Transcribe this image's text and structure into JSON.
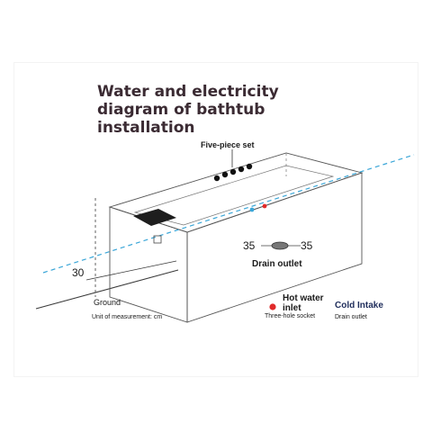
{
  "diagram": {
    "title": "Water and electricity diagram of bathtub installation",
    "labels": {
      "five_piece_set": "Five-piece set",
      "dim_left": "35",
      "dim_right": "35",
      "drain_outlet": "Drain outlet",
      "height_30": "30",
      "ground": "Ground",
      "unit": "Unit of measurement: cm",
      "hot_water_inlet": "Hot water inlet",
      "three_hole_socket": "Three-hole socket",
      "cold_intake": "Cold Intake",
      "drain_outlet_2": "Drain outlet"
    },
    "colors": {
      "water_line": "#3aa6d8",
      "hot_water": "#e02a2a",
      "cold_water": "#3aa6d8",
      "outline": "#3a3a3a"
    }
  }
}
